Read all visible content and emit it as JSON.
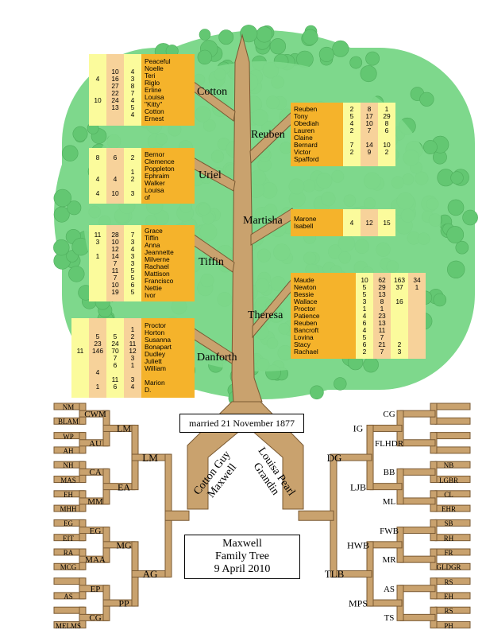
{
  "branches": [
    {
      "name": "Cotton",
      "left": false,
      "cols": [
        [
          "",
          "",
          "4",
          "",
          "",
          "10",
          "",
          ""
        ],
        [
          "",
          "10",
          "16",
          "27",
          "22",
          "24",
          "13",
          ""
        ],
        [
          "",
          "4",
          "3",
          "8",
          "7",
          "4",
          "5",
          "4"
        ]
      ],
      "names": [
        "Peaceful",
        "Noelle",
        "Teri",
        "Riglo",
        "Erline",
        "Louisa",
        "\"Kitty\"",
        "Cotton",
        "Ernest"
      ]
    },
    {
      "name": "Uriel",
      "left": false,
      "cols": [
        [
          "8",
          "",
          "",
          "4",
          "",
          "4"
        ],
        [
          "6",
          "",
          "",
          "4",
          "",
          "10"
        ],
        [
          "2",
          "",
          "1",
          "2",
          "",
          "3"
        ]
      ],
      "names": [
        "Bernor",
        "Clemence",
        "Poppleton",
        "Ephraim",
        "Walker",
        "Louisa",
        "of"
      ]
    },
    {
      "name": "Tiffin",
      "left": false,
      "cols": [
        [
          "11",
          "3",
          "",
          "1",
          "",
          "",
          "",
          "",
          ""
        ],
        [
          "28",
          "10",
          "12",
          "14",
          "7",
          "11",
          "7",
          "10",
          "19"
        ],
        [
          "7",
          "3",
          "4",
          "3",
          "3",
          "5",
          "5",
          "6",
          "5"
        ]
      ],
      "names": [
        "Grace",
        "Tiffin",
        "Anna",
        "Jeannette",
        "Milverne",
        "Rachael",
        "Mattison",
        "Francisco",
        "Nettie",
        "Ivor"
      ]
    },
    {
      "name": "Danforth",
      "left": false,
      "cols": [
        [
          "",
          "",
          "",
          "11",
          "",
          "",
          "",
          "",
          ""
        ],
        [
          "",
          "5",
          "23",
          "146",
          "",
          "",
          "4",
          "",
          "1"
        ],
        [
          "",
          "5",
          "24",
          "70",
          "7",
          "6",
          "",
          "11",
          "6"
        ],
        [
          "1",
          "2",
          "11",
          "12",
          "3",
          "1",
          "",
          "3",
          "4"
        ]
      ],
      "names": [
        "Proctor",
        "Horton",
        "Susanna",
        "Bonapart",
        "Dudley",
        "Juliett",
        "William",
        "",
        "Marion",
        "D."
      ]
    },
    {
      "name": "Reuben",
      "left": true,
      "cols": [
        [
          "2",
          "5",
          "4",
          "2",
          "",
          "7",
          "2",
          ""
        ],
        [
          "8",
          "17",
          "10",
          "7",
          "",
          "14",
          "9",
          ""
        ],
        [
          "1",
          "29",
          "8",
          "6",
          "",
          "10",
          "2",
          ""
        ]
      ],
      "names": [
        "Reuben",
        "Tony",
        "Obediah",
        "Lauren",
        "Claine",
        "Bernard",
        "Victor",
        "Spafford"
      ]
    },
    {
      "name": "Martisha",
      "left": true,
      "cols": [
        [
          "4"
        ],
        [
          "12"
        ],
        [
          "15"
        ]
      ],
      "names": [
        "Marone",
        "Isabell"
      ]
    },
    {
      "name": "Theresa",
      "left": true,
      "cols": [
        [
          "10",
          "5",
          "5",
          "3",
          "1",
          "4",
          "6",
          "4",
          "5",
          "6",
          "2"
        ],
        [
          "62",
          "29",
          "13",
          "8",
          "1",
          "23",
          "13",
          "11",
          "7",
          "21",
          "7"
        ],
        [
          "163",
          "37",
          "",
          "16",
          "",
          "",
          "",
          "",
          "",
          "2",
          "3"
        ],
        [
          "34",
          "1",
          "",
          "",
          "",
          "",
          "",
          "",
          "",
          "",
          ""
        ]
      ],
      "names": [
        "Maude",
        "Newton",
        "Bessie",
        "Wallace",
        "Proctor",
        "Patience",
        "Reuben",
        "Bancroft",
        "Lovina",
        "Stacy",
        "Rachael"
      ]
    }
  ],
  "married": "married  21 November 1877",
  "husband": [
    "Cotton Guy",
    "Maxwell"
  ],
  "wife": [
    "Louisa Pearl",
    "Grandin"
  ],
  "title": [
    "Maxwell",
    "Family Tree",
    "9 April 2010"
  ],
  "left_pedigree": {
    "gen1": [
      "LM",
      "AG"
    ],
    "gen2": [
      "LM",
      "EA",
      "MG",
      "PP"
    ],
    "gen3": [
      "CWM",
      "AU",
      "CA",
      "MM",
      "EG",
      "MAA",
      "EP",
      "CG"
    ],
    "gen4": [
      "NM",
      "BLAM",
      "WP",
      "AH",
      "NH",
      "MAS",
      "EH",
      "MHH",
      "EG",
      "EIT",
      "RA",
      "MCG",
      "",
      "AS",
      "",
      "MELMS"
    ]
  },
  "right_pedigree": {
    "gen1": [
      "DG",
      "TLB"
    ],
    "gen2": [
      "IG",
      "LJB",
      "HWB",
      "MPS"
    ],
    "gen3": [
      "CG",
      "FLHDR",
      "BB",
      "ML",
      "FWB",
      "MR",
      "AS",
      "TS"
    ],
    "gen4": [
      "",
      "",
      "",
      "",
      "NB",
      "LGBR",
      "CL",
      "EHR",
      "SB",
      "RH",
      "FR",
      "GLDGR",
      "RS",
      "EH",
      "RS",
      "PH"
    ]
  },
  "colors": {
    "foliage": "#7ed88c",
    "bubble": "#63c772",
    "trunk": "#c9a26e",
    "trunk_stroke": "#7a5a33",
    "panel_orange": "#f5b32b",
    "panel_yellow": "#fbfb9c",
    "panel_peach": "#f7d29a"
  }
}
